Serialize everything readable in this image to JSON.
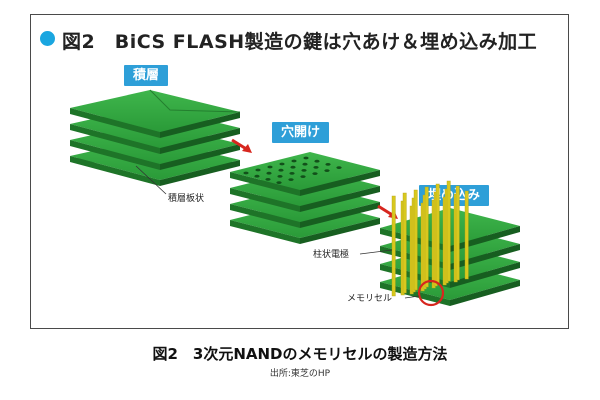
{
  "title": "図2　BiCS FLASH製造の鍵は穴あけ＆埋め込み加工",
  "steps": [
    {
      "label": "積層"
    },
    {
      "label": "穴開け"
    },
    {
      "label": "埋め込み"
    }
  ],
  "annotations": {
    "layered_plate": "積層板状",
    "pillar_electrode": "柱状電極",
    "memory_cell": "メモリセル"
  },
  "caption": "図2　3次元NANDのメモリセルの製造方法",
  "source": "出所:東芝のHP",
  "colors": {
    "accent_blue": "#2e9fd8",
    "title_dot": "#1aa6e0",
    "layer_green": "#2e9a3c",
    "pillar_yellow": "#d8c81e",
    "arrow_red": "#d7261e",
    "highlight_circle": "#d7261e"
  }
}
